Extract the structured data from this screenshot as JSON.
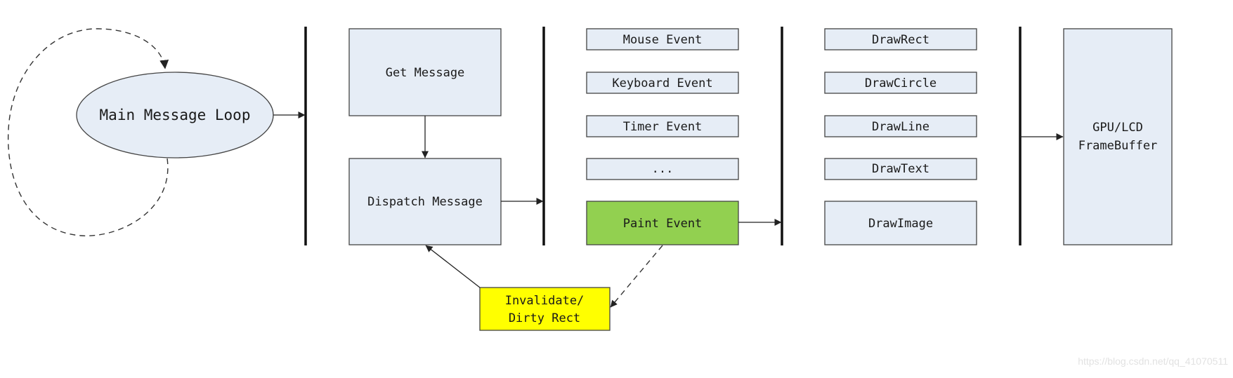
{
  "nodes": {
    "main_loop": "Main Message Loop",
    "get_message": "Get Message",
    "dispatch_message": "Dispatch Message",
    "events": [
      "Mouse Event",
      "Keyboard Event",
      "Timer Event",
      "...",
      "Paint Event"
    ],
    "draw_ops": [
      "DrawRect",
      "DrawCircle",
      "DrawLine",
      "DrawText",
      "DrawImage"
    ],
    "framebuffer": [
      "GPU/LCD",
      "FrameBuffer"
    ],
    "invalidate": [
      "Invalidate/",
      "Dirty Rect"
    ]
  },
  "colors": {
    "box_fill": "#e6edf6",
    "paint_event_fill": "#92d050",
    "invalidate_fill": "#ffff00"
  },
  "watermark": "https://blog.csdn.net/qq_41070511"
}
